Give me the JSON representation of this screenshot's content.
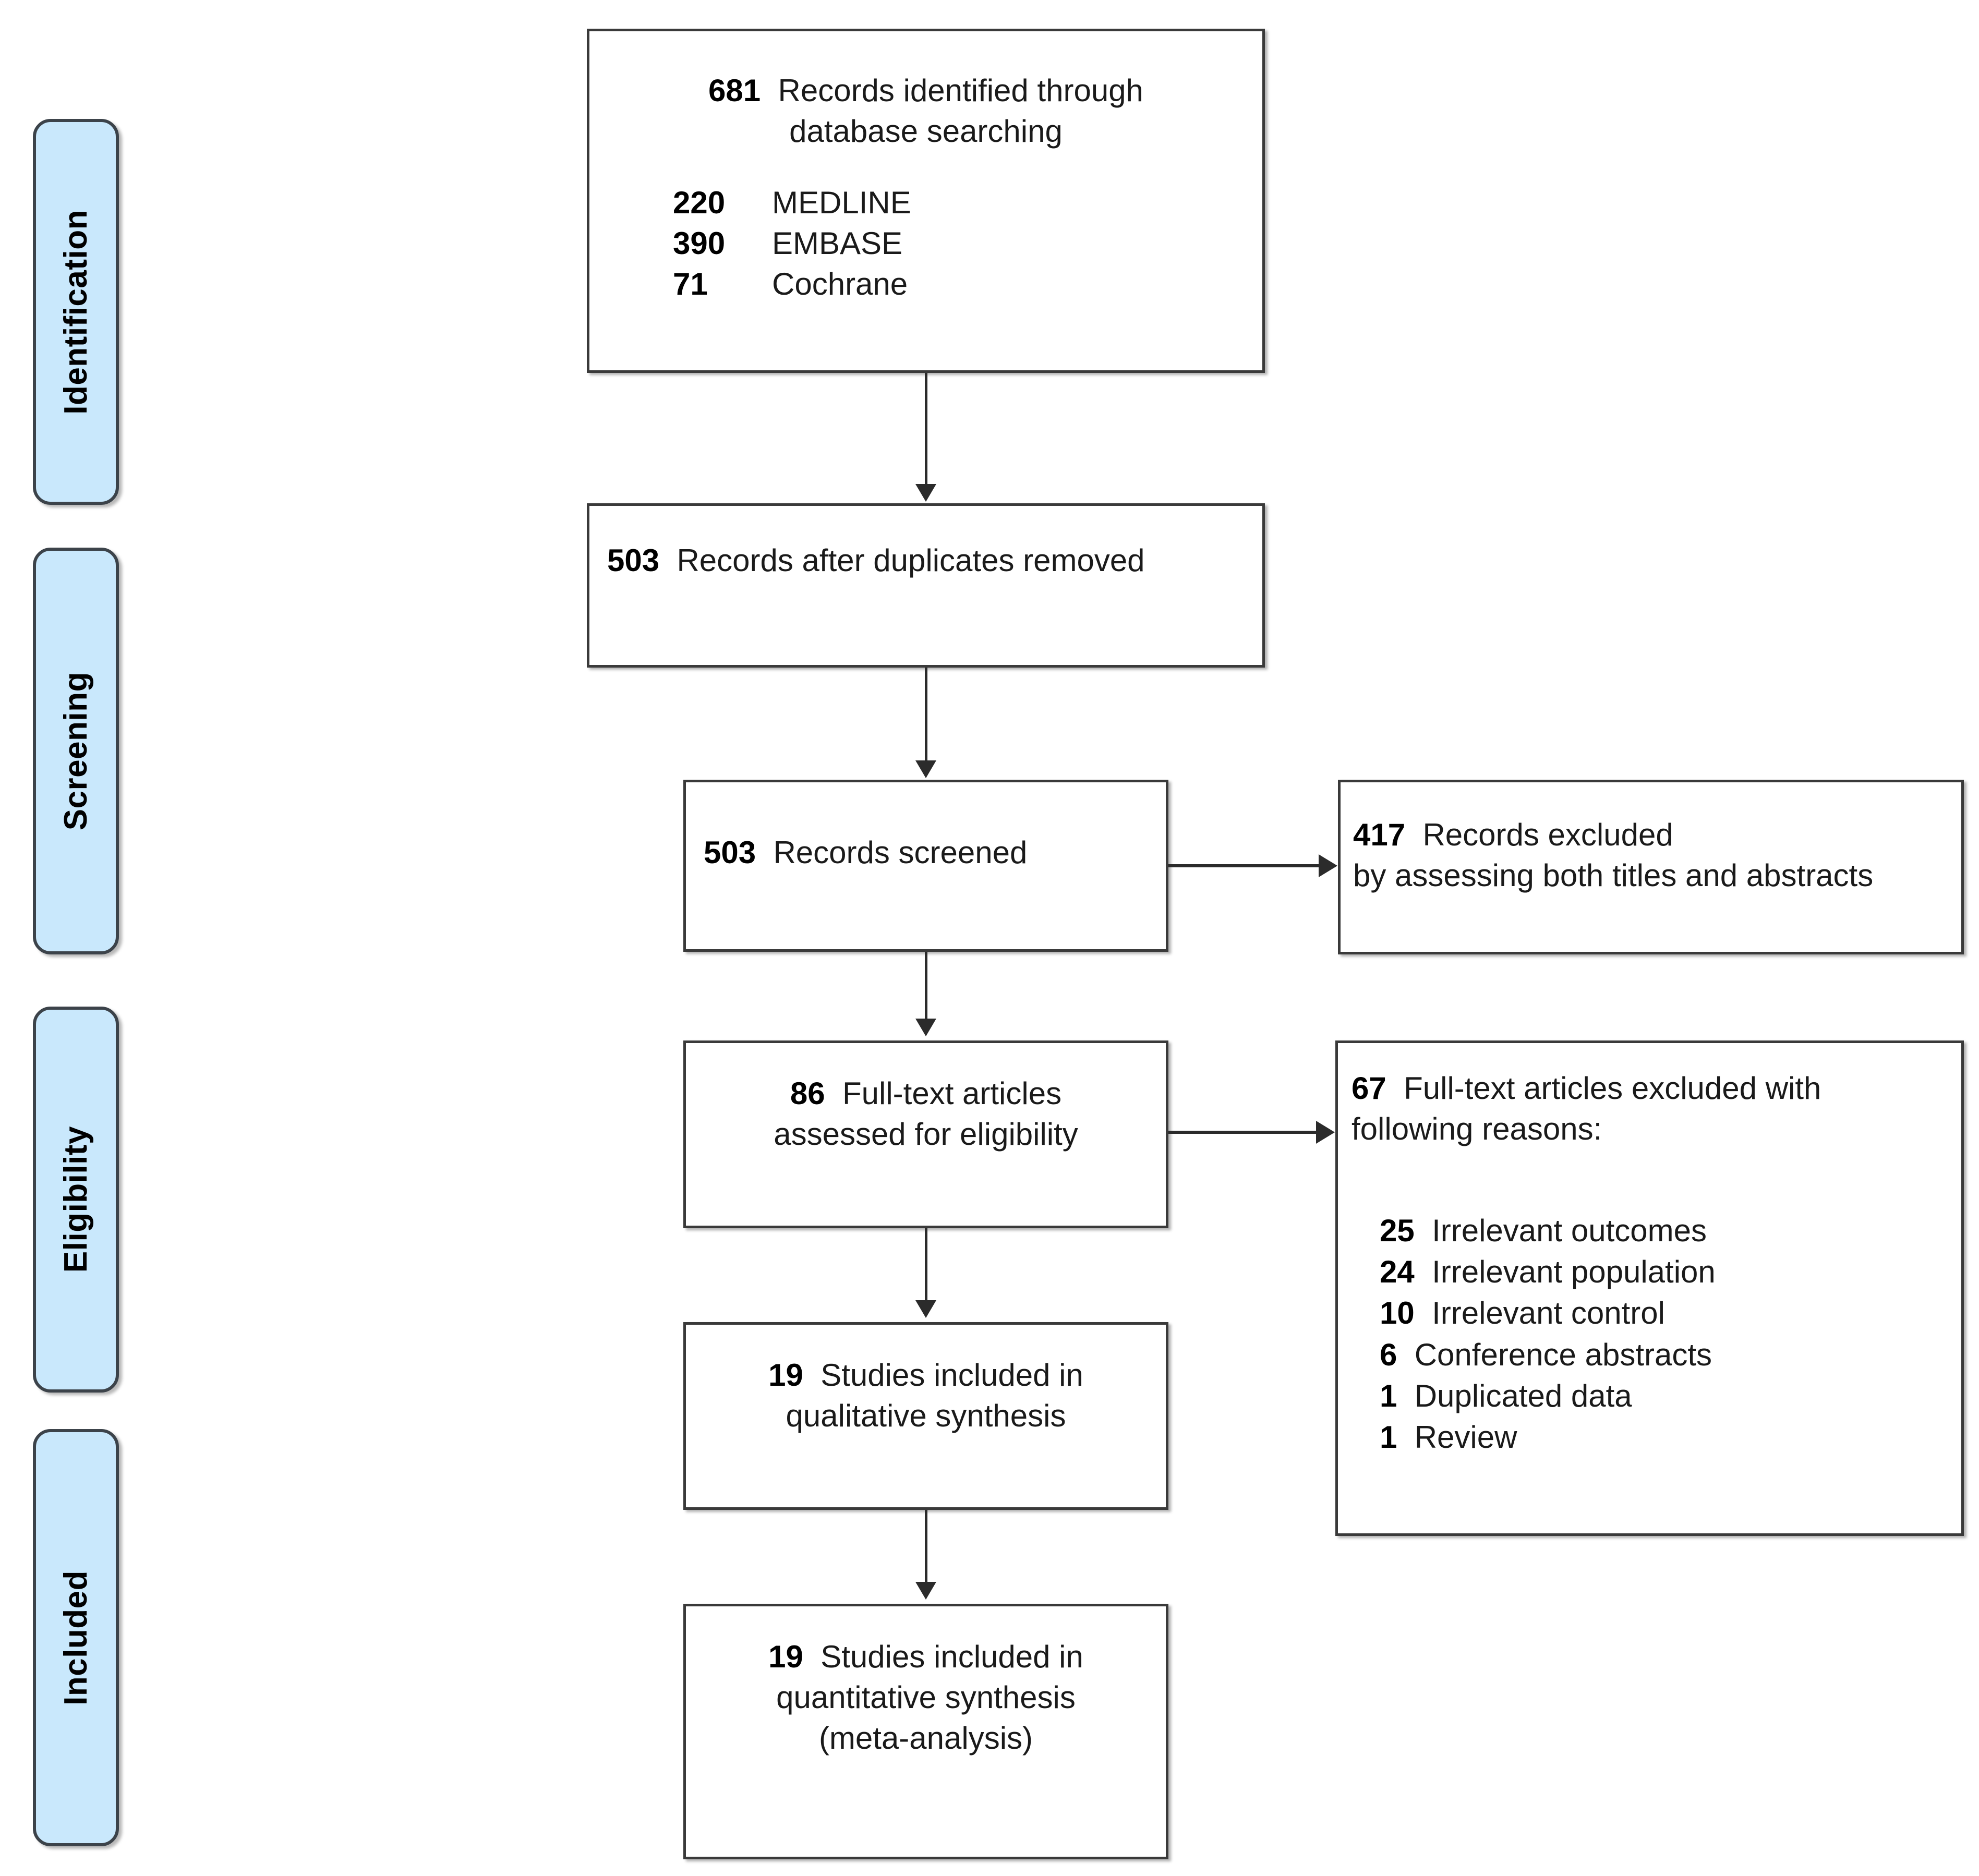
{
  "diagram": {
    "type": "prisma-flow-diagram",
    "stages": [
      {
        "label": "Identification"
      },
      {
        "label": "Screening"
      },
      {
        "label": "Eligibility"
      },
      {
        "label": "Included"
      }
    ],
    "boxes": {
      "identified": {
        "count": "681",
        "text": "Records identified through",
        "text_line2": "database searching",
        "sources": [
          {
            "count": "220",
            "name": "MEDLINE"
          },
          {
            "count": "390",
            "name": "EMBASE"
          },
          {
            "count": "71",
            "name": "Cochrane"
          }
        ]
      },
      "after_duplicates": {
        "count": "503",
        "text": "Records after duplicates removed"
      },
      "screened": {
        "count": "503",
        "text": "Records screened"
      },
      "records_excluded": {
        "count": "417",
        "text": "Records excluded",
        "text_line2": "by assessing both titles and abstracts"
      },
      "fulltext_assessed": {
        "count": "86",
        "text": "Full-text articles",
        "text_line2": "assessed for eligibility"
      },
      "fulltext_excluded": {
        "count": "67",
        "text": "Full-text articles excluded with",
        "text_line2": "following reasons:",
        "reasons": [
          {
            "count": "25",
            "label": "Irrelevant outcomes"
          },
          {
            "count": "24",
            "label": "Irrelevant population"
          },
          {
            "count": "10",
            "label": "Irrelevant control"
          },
          {
            "count": "6",
            "label": "Conference abstracts"
          },
          {
            "count": "1",
            "label": "Duplicated data"
          },
          {
            "count": "1",
            "label": "Review"
          }
        ]
      },
      "qualitative": {
        "count": "19",
        "text": "Studies included in",
        "text_line2": "qualitative synthesis"
      },
      "quantitative": {
        "count": "19",
        "text": "Studies included in",
        "text_line2": "quantitative synthesis",
        "text_line3": "(meta-analysis)"
      }
    },
    "colors": {
      "stage_fill": "#c9e8fc",
      "stage_border": "#3c434a",
      "box_border": "#3a3a3a",
      "connector": "#2b2b2b",
      "background": "#ffffff",
      "text": "#000000"
    }
  }
}
